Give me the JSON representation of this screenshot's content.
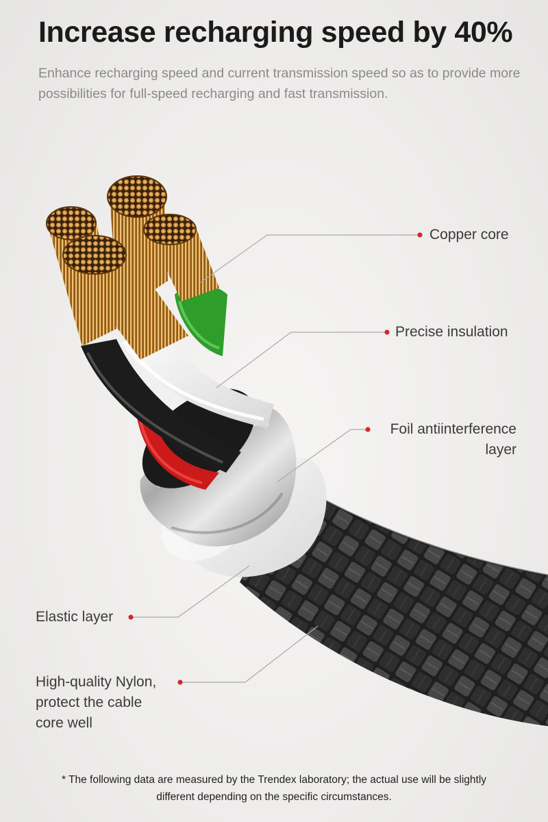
{
  "headline": "Increase recharging speed by 40%",
  "subtext": "Enhance recharging speed and  current transmission speed so as to provide more possibilities for full-speed recharging and fast transmission.",
  "callouts": {
    "copper_core": "Copper core",
    "precise_insulation": "Precise insulation",
    "foil_layer_line1": "Foil antiinterference",
    "foil_layer_line2": "layer",
    "elastic_layer": "Elastic layer",
    "nylon_line1": "High-quality Nylon,",
    "nylon_line2": "protect the cable",
    "nylon_line3": "core well"
  },
  "footnote_line1": "* The following data are measured by the Trendex laboratory; the actual use will be slightly",
  "footnote_line2": "different depending on the specific circumstances.",
  "colors": {
    "accent_dot": "#d8262b",
    "leader_line": "#a9a9a9",
    "copper": "#c98a3a",
    "wire_green": "#2f9d2a",
    "wire_red": "#cc1a1a",
    "wire_black": "#1c1c1c",
    "wire_white": "#f4f4f4",
    "foil": "#b8b8b8",
    "nylon": "#2a2a2a"
  }
}
